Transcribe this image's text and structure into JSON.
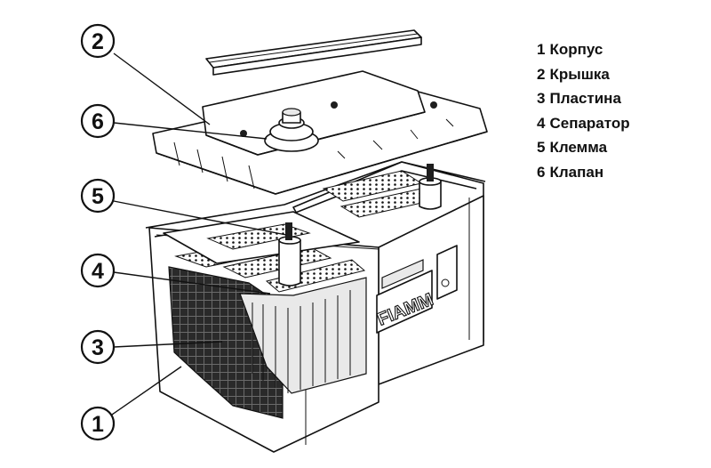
{
  "legend": [
    {
      "number": "1",
      "label": "Корпус"
    },
    {
      "number": "2",
      "label": "Крышка"
    },
    {
      "number": "3",
      "label": "Пластина"
    },
    {
      "number": "4",
      "label": "Сепаратор"
    },
    {
      "number": "5",
      "label": "Клемма"
    },
    {
      "number": "6",
      "label": "Клапан"
    }
  ],
  "callouts": [
    "2",
    "6",
    "5",
    "4",
    "3",
    "1"
  ],
  "brand_logo": "FIAMM",
  "colors": {
    "ink": "#111111",
    "background": "#ffffff"
  }
}
